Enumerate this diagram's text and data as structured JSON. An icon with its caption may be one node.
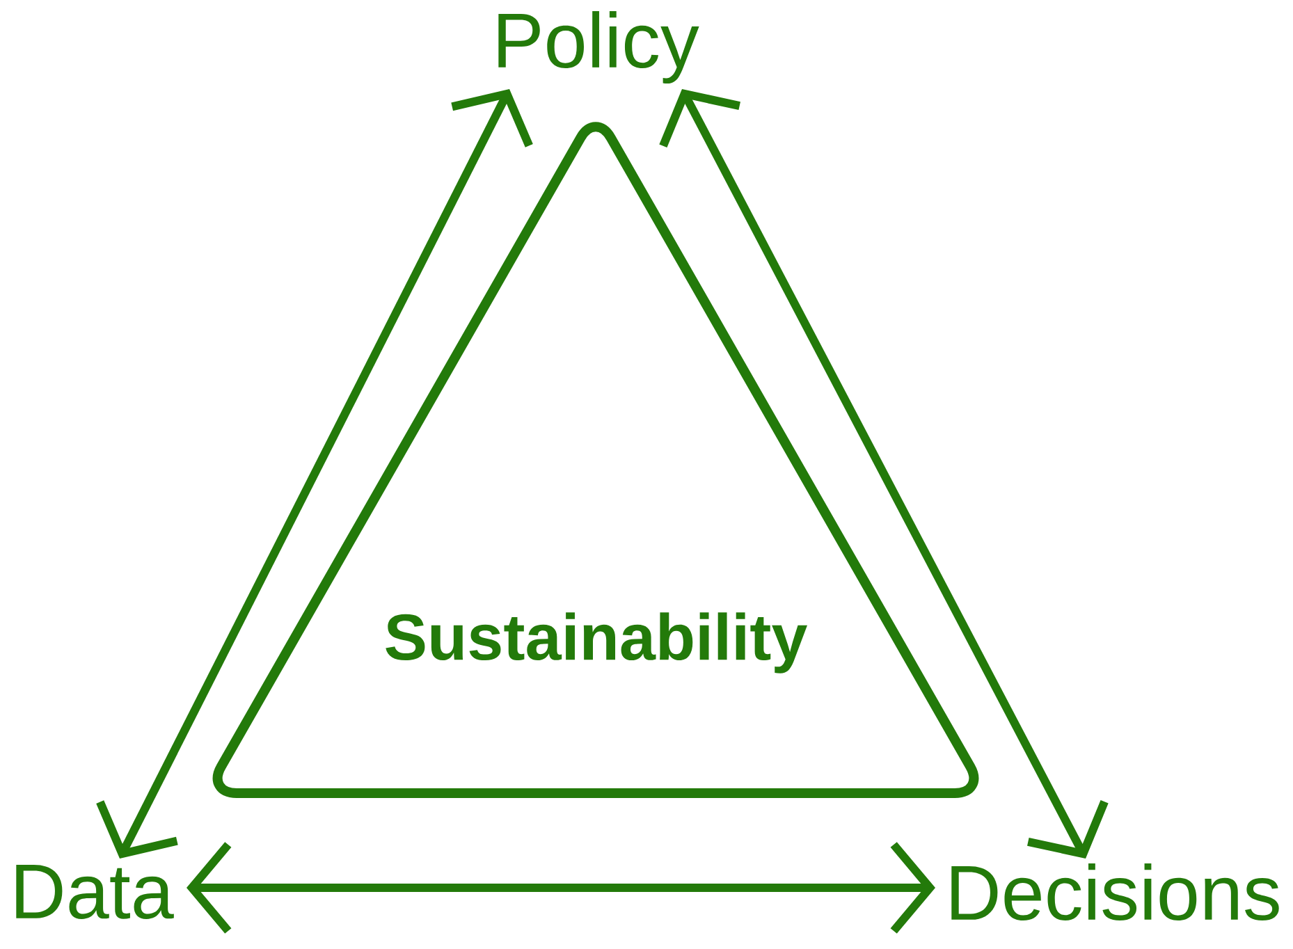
{
  "diagram": {
    "nodes": [
      {
        "text": [
          "Policy"
        ]
      },
      {
        "text": [
          "Data"
        ]
      },
      {
        "text": [
          "Decisions"
        ]
      },
      {
        "text": [
          "Sustainability"
        ]
      }
    ],
    "edges": [
      {
        "from": 0,
        "to": 1,
        "arrow": "both"
      },
      {
        "from": 0,
        "to": 2,
        "arrow": "both"
      },
      {
        "from": 1,
        "to": 2,
        "arrow": "both"
      }
    ]
  }
}
